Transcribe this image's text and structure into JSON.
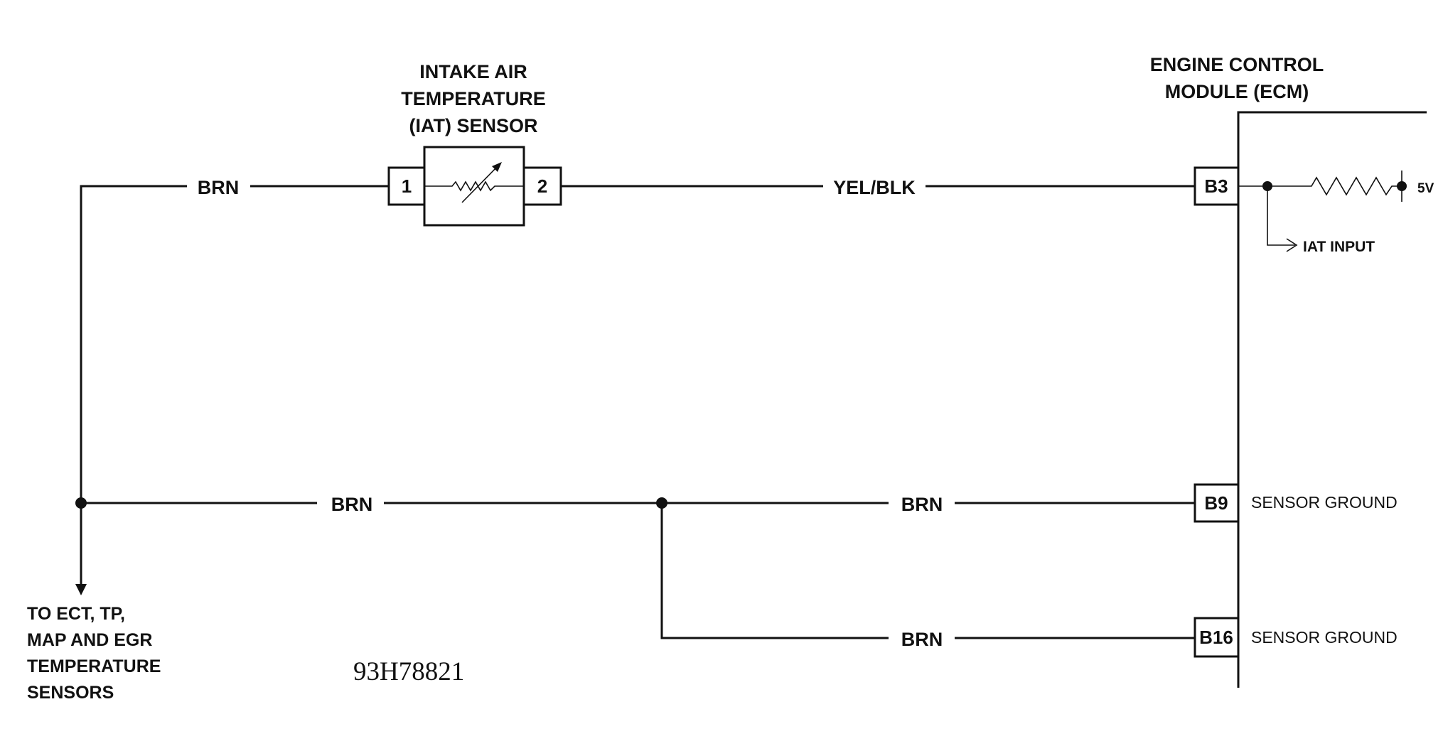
{
  "sensor": {
    "title_lines": [
      "INTAKE AIR",
      "TEMPERATURE",
      "(IAT) SENSOR"
    ],
    "pin1": "1",
    "pin2": "2"
  },
  "ecm": {
    "title_lines": [
      "ENGINE CONTROL",
      "MODULE (ECM)"
    ],
    "pins": [
      "B3",
      "B9",
      "B16"
    ],
    "pin_labels": [
      "SENSOR GROUND",
      "SENSOR GROUND"
    ],
    "voltage": "5V",
    "input_label": "IAT INPUT"
  },
  "wires": {
    "sensor_ground": "BRN",
    "signal": "YEL/BLK",
    "ground_main": "BRN",
    "ground_b9": "BRN",
    "ground_b16": "BRN"
  },
  "destination_lines": [
    "TO ECT, TP,",
    "MAP AND EGR",
    "TEMPERATURE",
    "SENSORS"
  ],
  "figure_code": "93H78821"
}
